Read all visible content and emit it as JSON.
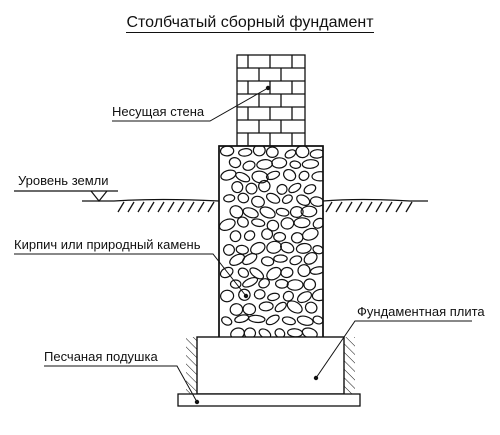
{
  "title": "Столбчатый сборный фундамент",
  "labels": {
    "wall": "Несущая стена",
    "ground": "Уровень земли",
    "stone": "Кирпич или природный камень",
    "slab": "Фундаментная плита",
    "sand": "Песчаная подушка"
  },
  "colors": {
    "ink": "#111111",
    "background": "#ffffff"
  }
}
